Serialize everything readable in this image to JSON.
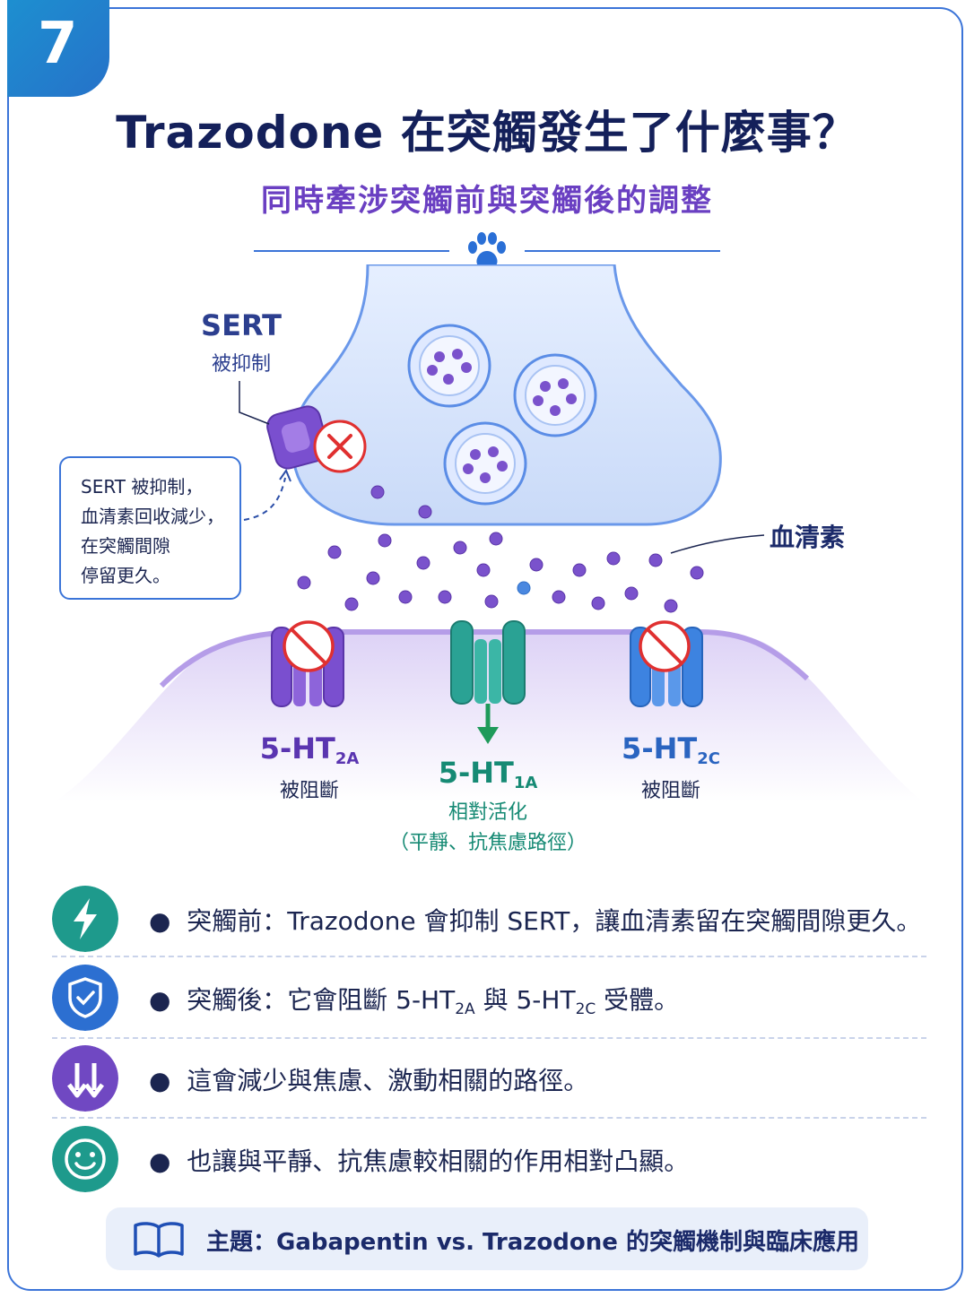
{
  "badge_number": "7",
  "title": "Trazodone 在突觸發生了什麼事？",
  "subtitle": "同時牽涉突觸前與突觸後的調整",
  "sert": {
    "title": "SERT",
    "status": "被抑制"
  },
  "note_lines": [
    "SERT 被抑制，",
    "血清素回收減少，",
    "在突觸間隙",
    "停留更久。"
  ],
  "serotonin_label": "血清素",
  "receptors": {
    "r2a": {
      "prefix": "5-HT",
      "sub": "2A",
      "status": "被阻斷"
    },
    "r1a": {
      "prefix": "5-HT",
      "sub": "1A",
      "status": "相對活化",
      "note": "（平靜、抗焦慮路徑）"
    },
    "r2c": {
      "prefix": "5-HT",
      "sub": "2C",
      "status": "被阻斷"
    }
  },
  "bullets": {
    "b1": "突觸前：Trazodone 會抑制 SERT，讓血清素留在突觸間隙更久。",
    "b2": {
      "p1": "突觸後：它會阻斷 5-HT",
      "s1": "2A",
      "p2": " 與 5-HT",
      "s2": "2C",
      "p3": " 受體。"
    },
    "b3": "這會減少與焦慮、激動相關的路徑。",
    "b4": "也讓與平靜、抗焦慮較相關的作用相對凸顯。"
  },
  "footer": "主題：Gabapentin vs. Trazodone 的突觸機制與臨床應用",
  "colors": {
    "primary_blue": "#3b74d8",
    "title_navy": "#14205a",
    "subtitle_purple": "#6a3fc2",
    "teal": "#1e9a8c",
    "purple": "#7048c2",
    "block_red": "#e03030"
  },
  "icons": [
    "lightning-icon",
    "shield-check-icon",
    "down-arrows-icon",
    "smile-icon",
    "book-icon",
    "paw-icon"
  ]
}
